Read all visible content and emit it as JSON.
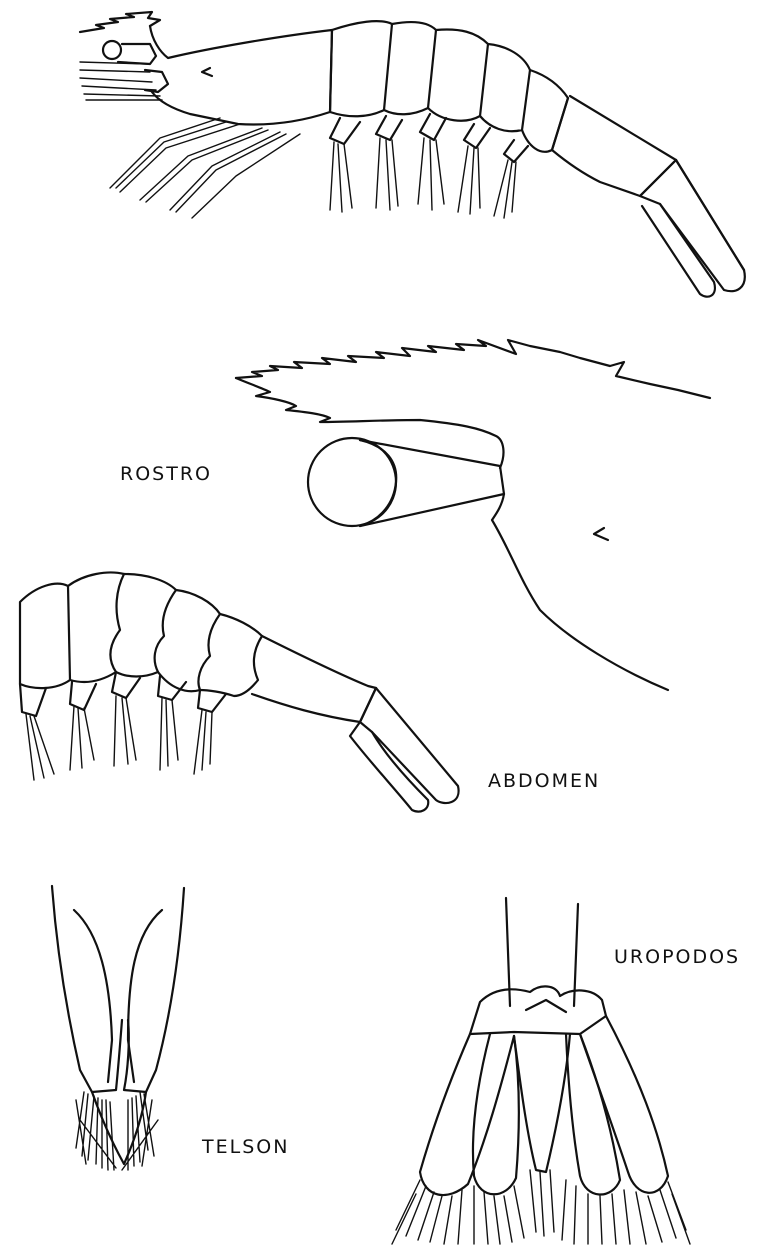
{
  "labels": {
    "rostrum": "ROSTRO",
    "abdomen": "ABDOMEN",
    "telson": "TELSON",
    "uropods": "UROPODOS"
  }
}
